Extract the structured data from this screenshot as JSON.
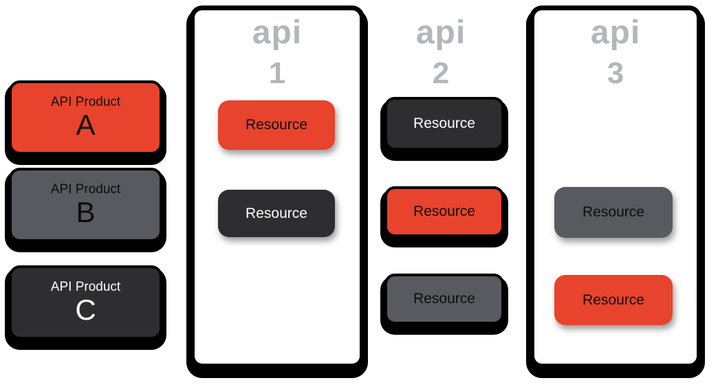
{
  "colors": {
    "accent_red": "#e8432c",
    "medium_gray": "#595a5f",
    "dark_charcoal": "#2e2e30",
    "api_label_gray": "#b4b6bb",
    "outline_black": "#000000",
    "background": "#ffffff"
  },
  "products": [
    {
      "label": "API Product",
      "letter": "A",
      "variant": "red"
    },
    {
      "label": "API Product",
      "letter": "B",
      "variant": "gray"
    },
    {
      "label": "API Product",
      "letter": "C",
      "variant": "dark"
    }
  ],
  "apis": [
    {
      "name": "api",
      "number": "1",
      "has_container": true,
      "resources": [
        {
          "label": "Resource",
          "variant": "red",
          "style": "soft"
        },
        {
          "label": "Resource",
          "variant": "dark",
          "style": "soft"
        }
      ]
    },
    {
      "name": "api",
      "number": "2",
      "has_container": false,
      "resources": [
        {
          "label": "Resource",
          "variant": "dark",
          "style": "outlined"
        },
        {
          "label": "Resource",
          "variant": "red",
          "style": "outlined"
        },
        {
          "label": "Resource",
          "variant": "gray",
          "style": "outlined"
        }
      ]
    },
    {
      "name": "api",
      "number": "3",
      "has_container": true,
      "resources": [
        {
          "label": "Resource",
          "variant": "gray",
          "style": "soft"
        },
        {
          "label": "Resource",
          "variant": "red",
          "style": "soft"
        }
      ]
    }
  ]
}
